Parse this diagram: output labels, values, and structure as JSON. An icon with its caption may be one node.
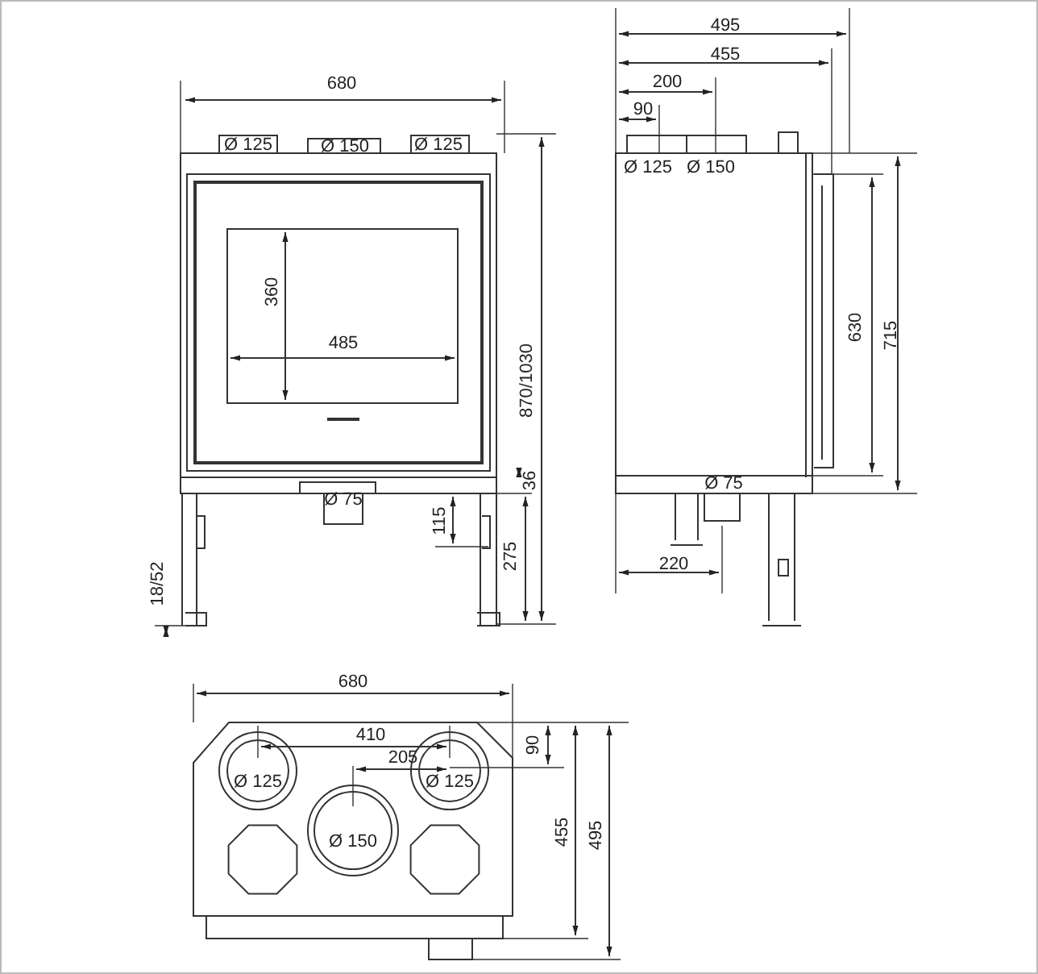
{
  "diagram": {
    "labels": [
      "680",
      "Ø 125",
      "Ø 150",
      "Ø 125",
      "360",
      "485",
      "870/1030",
      "36",
      "Ø 75",
      "115",
      "275",
      "18/52",
      "495",
      "455",
      "200",
      "90",
      "Ø 125",
      "Ø 150",
      "630",
      "715",
      "Ø 75",
      "220",
      "680",
      "410",
      "205",
      "90",
      "Ø 125",
      "Ø 125",
      "Ø 150",
      "455",
      "495"
    ]
  }
}
